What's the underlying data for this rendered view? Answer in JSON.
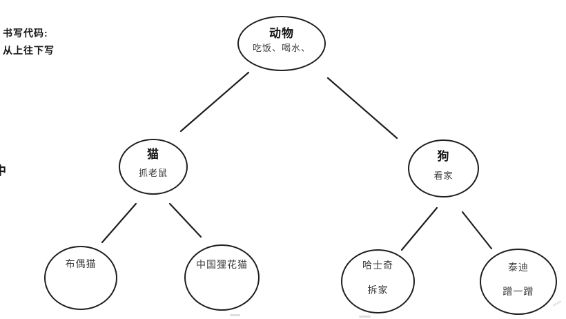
{
  "diagram": {
    "kind": "tree",
    "notes": {
      "line1": "书写代码:",
      "line2": "从上往下写",
      "partial_char": "中"
    },
    "nodes": {
      "root": {
        "title": "动物",
        "subtitle": "吃饭、喝水、"
      },
      "cat": {
        "title": "猫",
        "subtitle": "抓老鼠"
      },
      "dog": {
        "title": "狗",
        "subtitle": "看家"
      },
      "ragdoll": {
        "title": "布偶猫",
        "subtitle": ""
      },
      "lihua": {
        "title": "中国狸花猫",
        "subtitle": ""
      },
      "husky": {
        "title": "哈士奇",
        "subtitle": "拆家"
      },
      "teddy": {
        "title": "泰迪",
        "subtitle": "蹭一蹭"
      }
    },
    "edges": [
      {
        "from": "root",
        "to": "cat"
      },
      {
        "from": "root",
        "to": "dog"
      },
      {
        "from": "cat",
        "to": "ragdoll"
      },
      {
        "from": "cat",
        "to": "lihua"
      },
      {
        "from": "dog",
        "to": "husky"
      },
      {
        "from": "dog",
        "to": "teddy"
      }
    ],
    "colors": {
      "stroke": "#1e1e1e",
      "background": "#ffffff",
      "title_text": "#111111",
      "subtitle_text": "#3c3c3c"
    }
  }
}
